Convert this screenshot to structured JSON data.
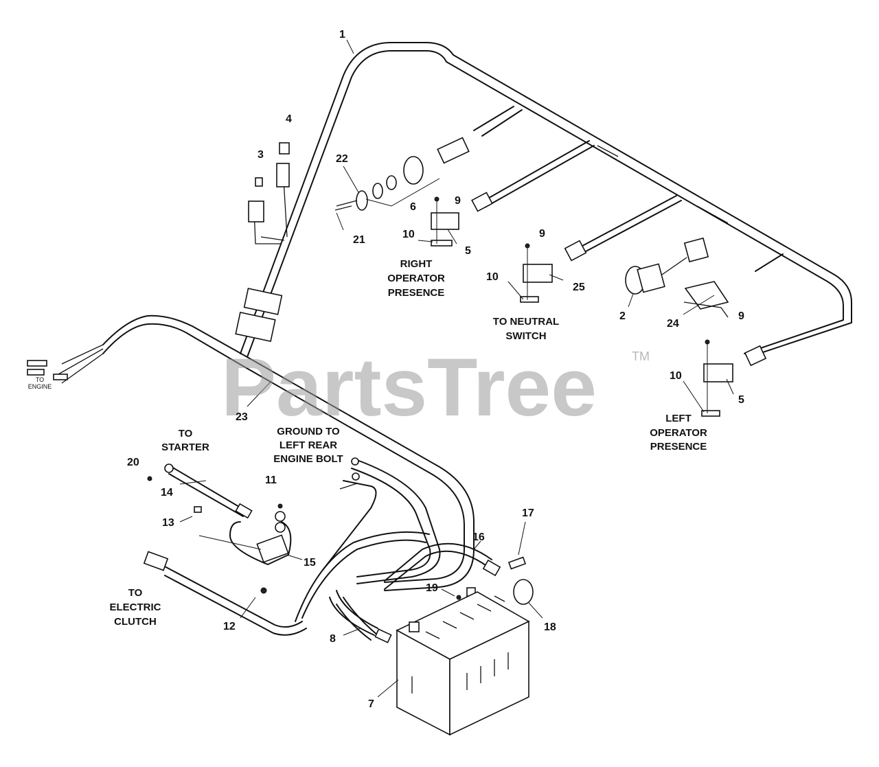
{
  "watermark": {
    "brand": "PartsTree",
    "trademark": "TM"
  },
  "callouts": [
    {
      "id": "c1",
      "text": "1"
    },
    {
      "id": "c2",
      "text": "2"
    },
    {
      "id": "c3",
      "text": "3"
    },
    {
      "id": "c4",
      "text": "4"
    },
    {
      "id": "c5a",
      "text": "5"
    },
    {
      "id": "c5b",
      "text": "5"
    },
    {
      "id": "c6",
      "text": "6"
    },
    {
      "id": "c7",
      "text": "7"
    },
    {
      "id": "c8",
      "text": "8"
    },
    {
      "id": "c9a",
      "text": "9"
    },
    {
      "id": "c9b",
      "text": "9"
    },
    {
      "id": "c9c",
      "text": "9"
    },
    {
      "id": "c10a",
      "text": "10"
    },
    {
      "id": "c10b",
      "text": "10"
    },
    {
      "id": "c10c",
      "text": "10"
    },
    {
      "id": "c11",
      "text": "11"
    },
    {
      "id": "c12",
      "text": "12"
    },
    {
      "id": "c13",
      "text": "13"
    },
    {
      "id": "c14",
      "text": "14"
    },
    {
      "id": "c15",
      "text": "15"
    },
    {
      "id": "c16",
      "text": "16"
    },
    {
      "id": "c17",
      "text": "17"
    },
    {
      "id": "c18",
      "text": "18"
    },
    {
      "id": "c19",
      "text": "19"
    },
    {
      "id": "c20",
      "text": "20"
    },
    {
      "id": "c21",
      "text": "21"
    },
    {
      "id": "c22",
      "text": "22"
    },
    {
      "id": "c23",
      "text": "23"
    },
    {
      "id": "c24",
      "text": "24"
    },
    {
      "id": "c25",
      "text": "25"
    }
  ],
  "notes": {
    "right_operator_presence": [
      "RIGHT",
      "OPERATOR",
      "PRESENCE"
    ],
    "to_neutral_switch": [
      "TO NEUTRAL",
      "SWITCH"
    ],
    "left_operator_presence": [
      "LEFT",
      "OPERATOR",
      "PRESENCE"
    ],
    "to_starter": [
      "TO",
      "STARTER"
    ],
    "ground": [
      "GROUND TO",
      "LEFT REAR",
      "ENGINE BOLT"
    ],
    "to_electric_clutch": [
      "TO",
      "ELECTRIC",
      "CLUTCH"
    ],
    "to_engine": [
      "TO",
      "ENGINE"
    ]
  }
}
